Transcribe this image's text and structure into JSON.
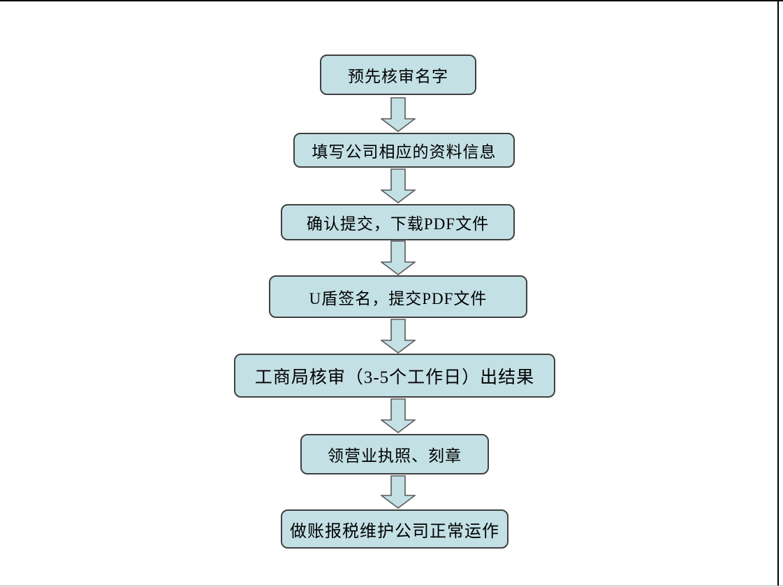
{
  "page": {
    "background_color": "#ffffff",
    "frame": {
      "top_border_color": "#000000",
      "right_border_color": "#000000",
      "bottom_border_color": "#aaaaaa"
    }
  },
  "flowchart": {
    "type": "vertical-process-flow",
    "direction": "top-down",
    "box_fill": "#c3e0e5",
    "box_border": "#404040",
    "arrow_fill": "#c3e0e5",
    "arrow_border": "#595959",
    "text_color": "#000000",
    "steps": [
      {
        "label": "预先核审名字"
      },
      {
        "label": "填写公司相应的资料信息"
      },
      {
        "label": "确认提交，下载PDF文件"
      },
      {
        "label": "U盾签名，提交PDF文件"
      },
      {
        "label": "工商局核审（3-5个工作日）出结果"
      },
      {
        "label": "领营业执照、刻章"
      },
      {
        "label": "做账报税维护公司正常运作"
      }
    ]
  }
}
